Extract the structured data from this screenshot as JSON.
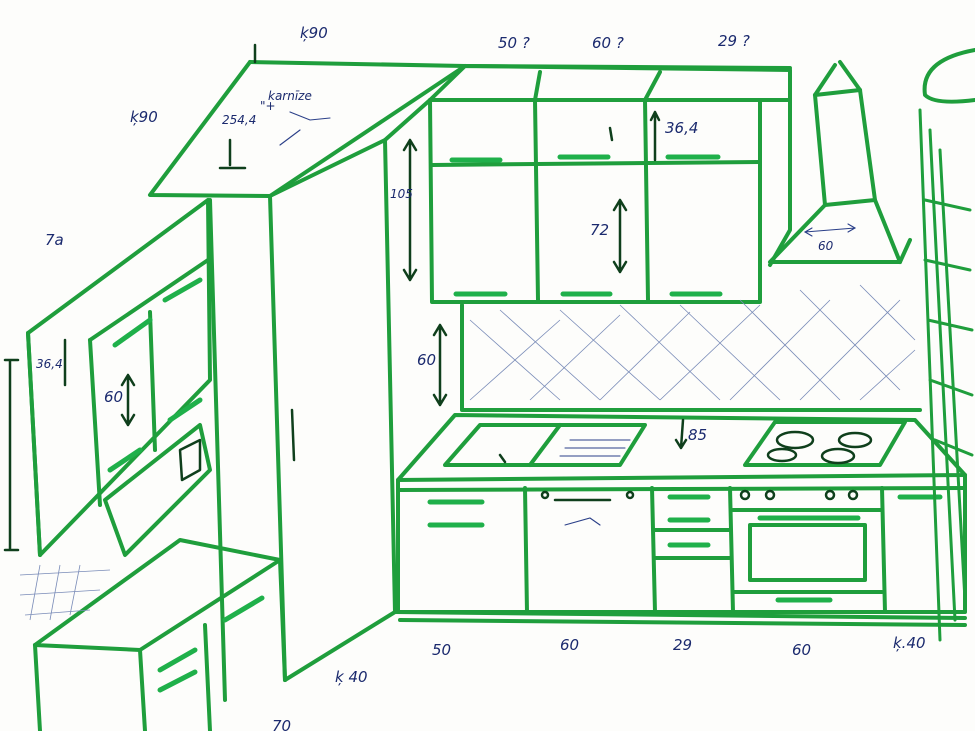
{
  "labels": {
    "top_left_depth": "ķ90",
    "left_depth": "ķ90",
    "ceiling_height_a": "254,4",
    "ceiling_height_b": "\"+",
    "ceiling_note": "karnīze",
    "upper_left_width": "7a",
    "left_upper_height": "36,4",
    "left_mid_height": "60",
    "upper_w1": "50 ?",
    "upper_w2": "60 ?",
    "upper_w3": "29 ?",
    "upper_top_height": "36,4",
    "upper_total_height": "105",
    "upper_door_height": "72",
    "hood_width": "60",
    "backsplash_height": "60",
    "counter_height": "85",
    "base_w1": "50",
    "base_w2": "60",
    "base_w3": "29",
    "base_w4": "60",
    "base_right": "ķ.40",
    "floor_left": "ķ 40",
    "bottom_left": "70"
  }
}
